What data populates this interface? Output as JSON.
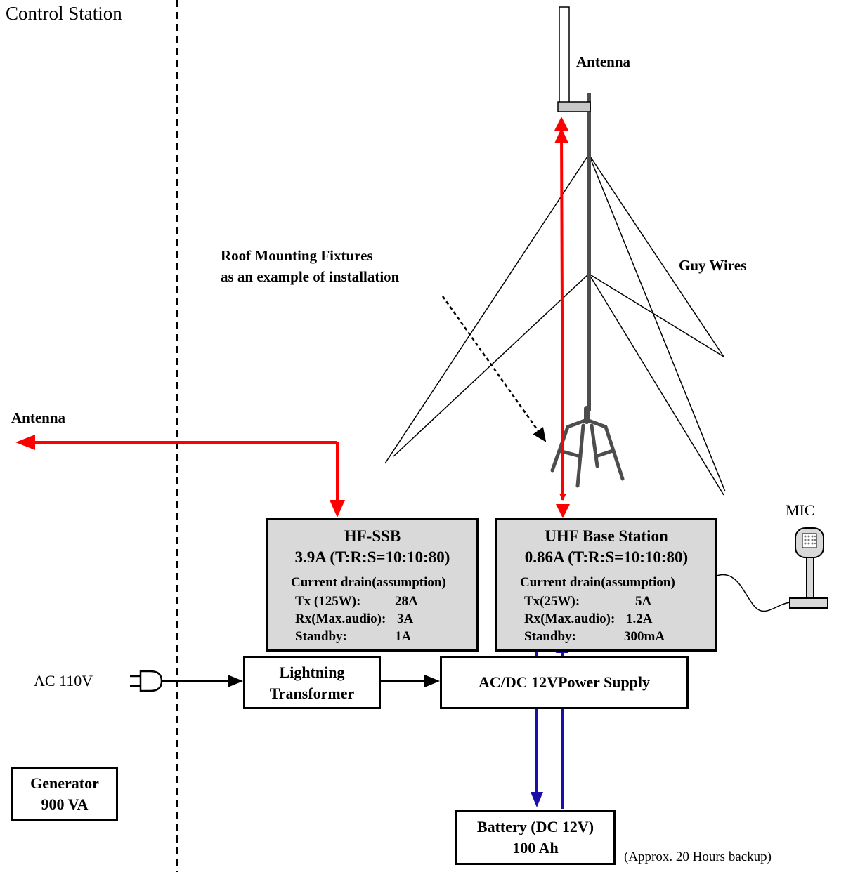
{
  "control_station_label": "Control Station",
  "antenna_top_label": "Antenna",
  "antenna_left_label": "Antenna",
  "roof_note": {
    "line1": "Roof Mounting Fixtures",
    "line2": "as an example of installation"
  },
  "guy_wires_label": "Guy Wires",
  "mic_label": "MIC",
  "hf_ssb": {
    "title": "HF-SSB",
    "avg": "3.9A (T:R:S=10:10:80)",
    "drain_header": "Current drain(assumption)",
    "rows": [
      {
        "k": "Tx (125W):",
        "v": "28A"
      },
      {
        "k": "Rx(Max.audio):",
        "v": "3A"
      },
      {
        "k": "Standby:",
        "v": "1A"
      }
    ]
  },
  "uhf": {
    "title": "UHF Base Station",
    "avg": "0.86A (T:R:S=10:10:80)",
    "drain_header": "Current drain(assumption)",
    "rows": [
      {
        "k": "Tx(25W):",
        "v": "5A"
      },
      {
        "k": "Rx(Max.audio):",
        "v": "1.2A"
      },
      {
        "k": "Standby:",
        "v": "300mA"
      }
    ]
  },
  "ac_label": "AC 110V",
  "lightning": {
    "line1": "Lightning",
    "line2": "Transformer"
  },
  "power_supply": "AC/DC 12VPower Supply",
  "battery": {
    "line1": "Battery (DC 12V)",
    "line2": "100 Ah"
  },
  "backup_note": "(Approx. 20 Hours backup)",
  "generator": {
    "line1": "Generator",
    "line2": "900 VA"
  },
  "colors": {
    "rf_line": "#ff0000",
    "dc_line": "#1a0fa8",
    "box_fill": "#d9d9d9",
    "mast": "#4d4d4d"
  }
}
